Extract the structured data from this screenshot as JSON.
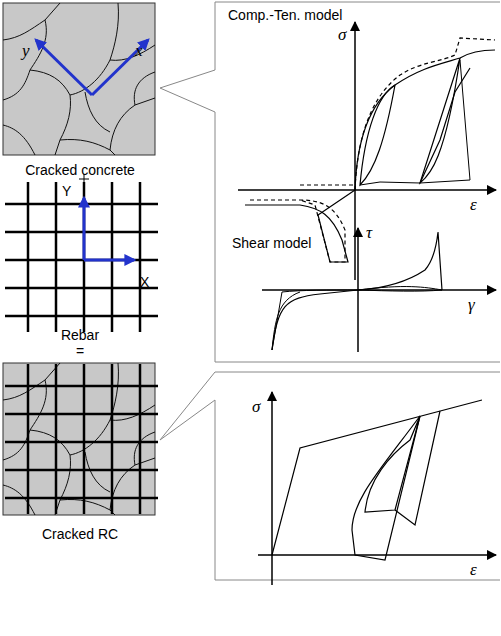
{
  "diagram": {
    "labels": [
      "x",
      "y",
      "Cracked concrete",
      "Y",
      "X",
      "Rebar",
      "=",
      "Cracked RC",
      "Comp.-Ten. model",
      "σ",
      "ε",
      "Shear model",
      "τ",
      "γ",
      "σ",
      "ε"
    ]
  }
}
